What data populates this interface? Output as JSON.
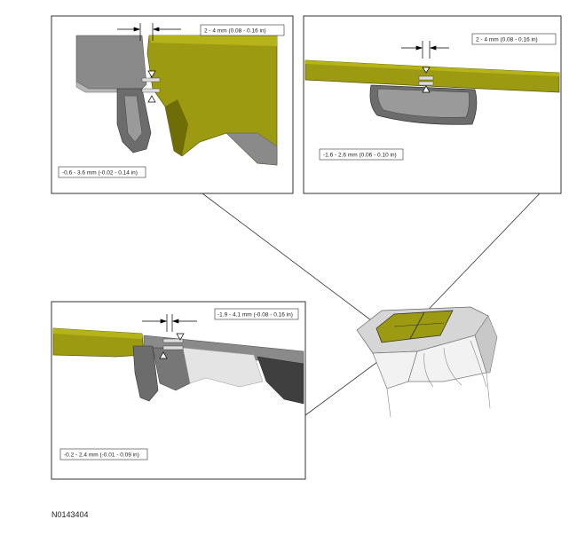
{
  "figure_id": "N0143404",
  "panels": {
    "top_left": {
      "gap_label": "2 - 4 mm (0.08 - 0.16 in)",
      "flush_label": "-0.6 - 3.6 mm (-0.02 - 0.14 in)"
    },
    "top_right": {
      "gap_label": "2 - 4 mm (0.08 - 0.16 in)",
      "flush_label": "-1.6 - 2.6 mm (0.06 - 0.10 in)"
    },
    "bottom_left": {
      "gap_label": "-1.9 - 4.1 mm (-0.08 - 0.16 in)",
      "flush_label": "-0.2 - 2.4 mm (-0.01 - 0.09 in)"
    }
  },
  "colors": {
    "panel_glass": "#9c9a10",
    "panel_glass_dark": "#6f6d08",
    "frame_gray": "#7d7d7d",
    "frame_dark": "#4a4a4a",
    "roof_light": "#d6d6d6"
  }
}
